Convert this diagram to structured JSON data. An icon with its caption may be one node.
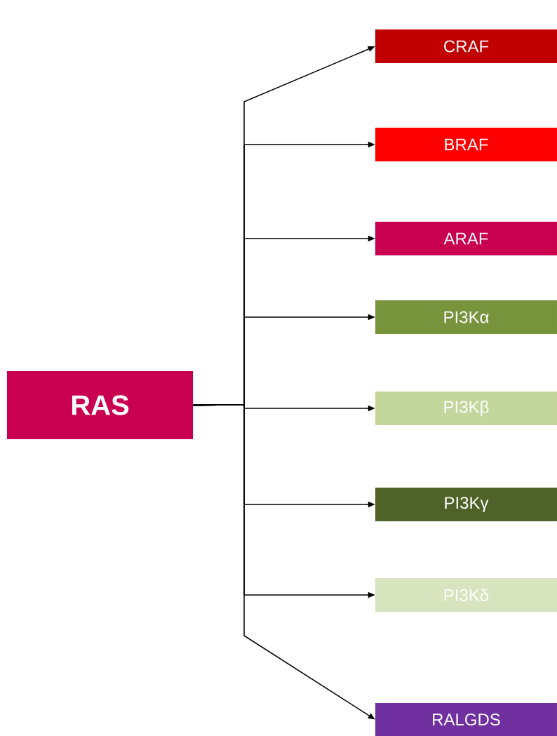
{
  "diagram": {
    "nodes": [
      {
        "text": [
          "RAS"
        ]
      },
      {
        "text": [
          "CRAF"
        ]
      },
      {
        "text": [
          "BRAF"
        ]
      },
      {
        "text": [
          "ARAF"
        ]
      },
      {
        "text": [
          "PI3Kα"
        ]
      },
      {
        "text": [
          "PI3Kβ"
        ]
      },
      {
        "text": [
          "PI3Kγ"
        ]
      },
      {
        "text": [
          "PI3Kδ"
        ]
      },
      {
        "text": [
          "RALGDS"
        ]
      }
    ],
    "edges": [
      {
        "from": 0,
        "to": 1,
        "arrow": "to"
      },
      {
        "from": 0,
        "to": 2,
        "arrow": "to"
      },
      {
        "from": 0,
        "to": 3,
        "arrow": "to"
      },
      {
        "from": 0,
        "to": 4,
        "arrow": "to"
      },
      {
        "from": 0,
        "to": 5,
        "arrow": "to"
      },
      {
        "from": 0,
        "to": 6,
        "arrow": "to"
      },
      {
        "from": 0,
        "to": 7,
        "arrow": "to"
      },
      {
        "from": 0,
        "to": 8,
        "arrow": "to"
      }
    ]
  }
}
